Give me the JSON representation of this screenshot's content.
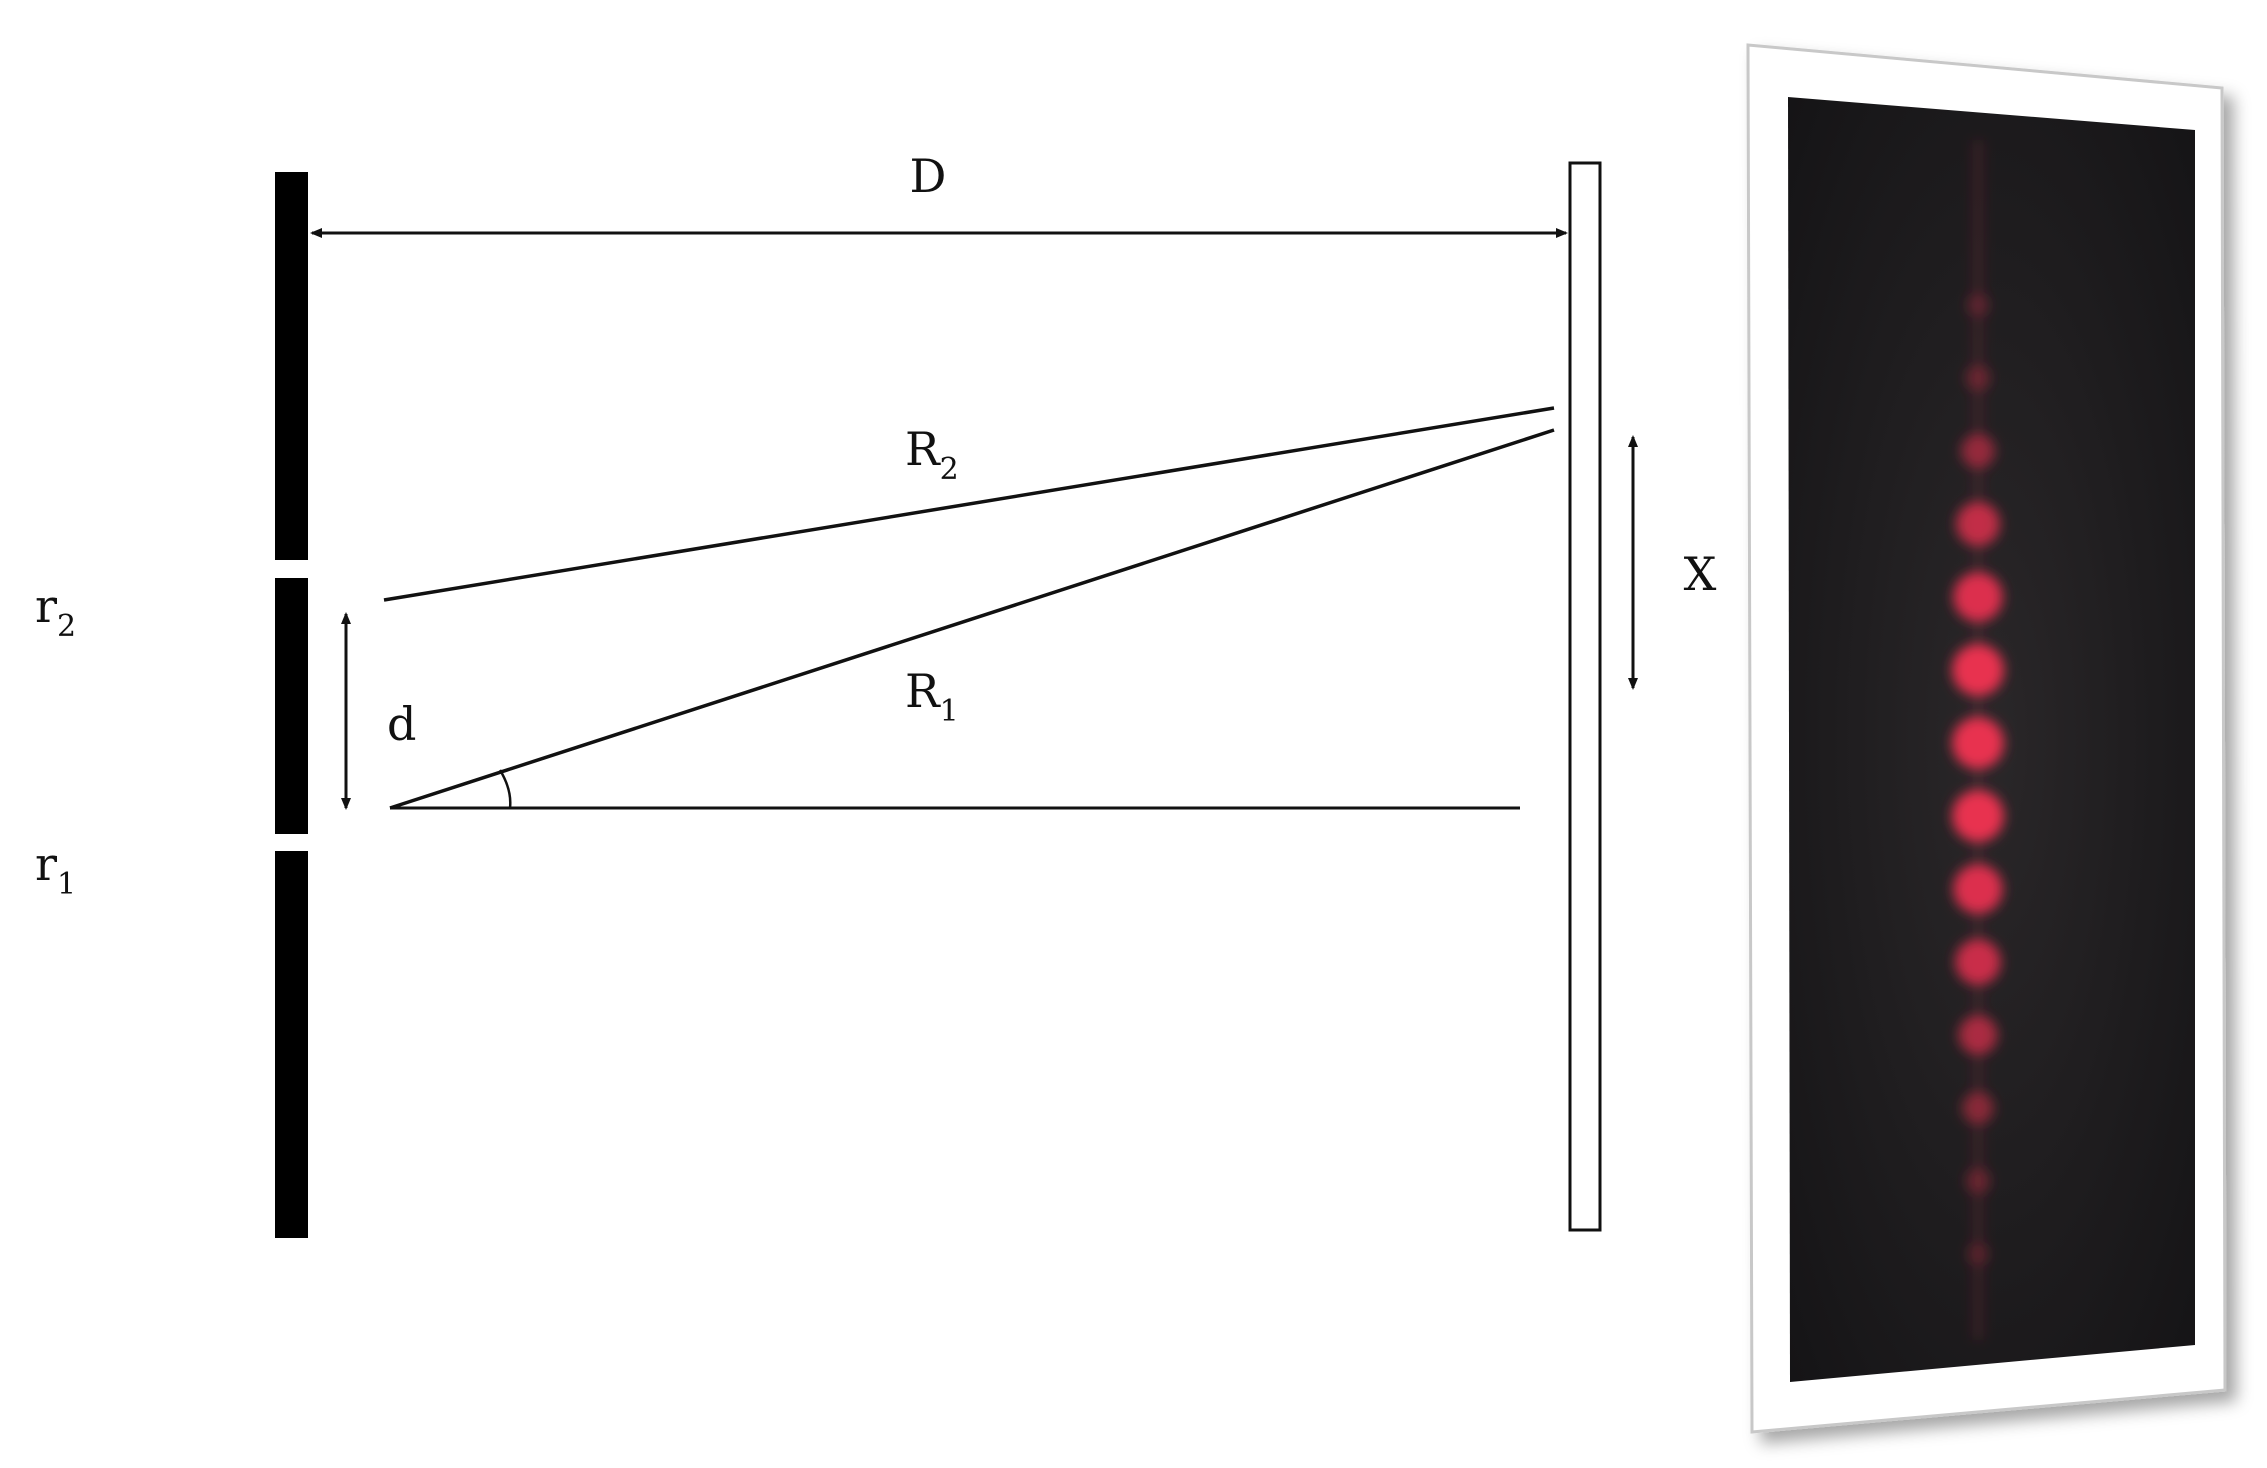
{
  "labels": {
    "distance": "D",
    "separation": "d",
    "fringe": "X",
    "slit_top_main": "r",
    "slit_top_sub": "2",
    "slit_bottom_main": "r",
    "slit_bottom_sub": "1",
    "ray_top_main": "R",
    "ray_top_sub": "2",
    "ray_bottom_main": "R",
    "ray_bottom_sub": "1"
  },
  "photo": {
    "fringe_color": "#e8304f",
    "background_color": "#1e1c20",
    "fringe_brightness": [
      0.1,
      0.18,
      0.45,
      0.75,
      0.92,
      1.0,
      1.0,
      1.0,
      0.92,
      0.8,
      0.6,
      0.38,
      0.18,
      0.08
    ]
  },
  "colors": {
    "ink": "#111111",
    "screen_fill": "#ffffff"
  }
}
